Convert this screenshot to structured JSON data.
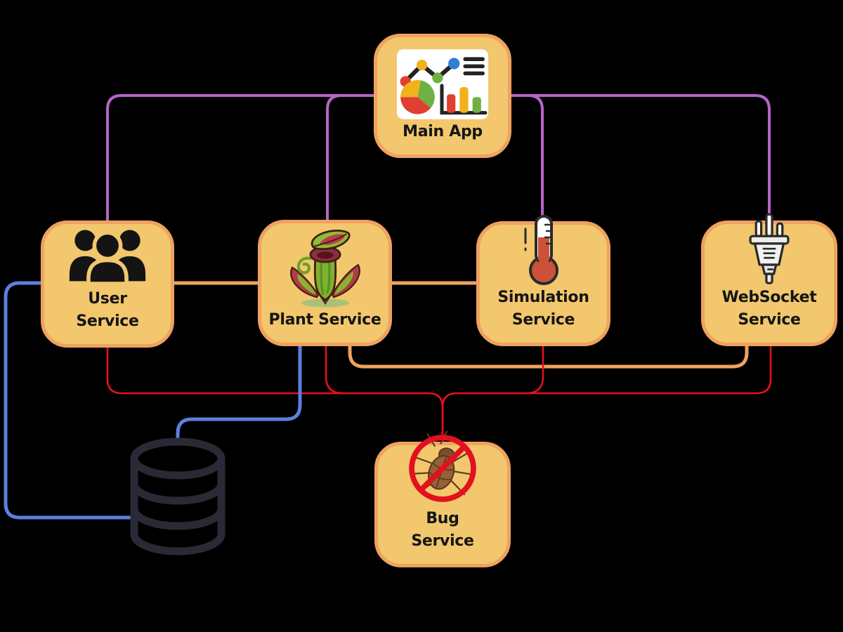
{
  "diagram": {
    "nodes": {
      "main_app": {
        "label": "Main App",
        "icon": "dashboard-chart-icon"
      },
      "user_service": {
        "line1": "User",
        "line2": "Service",
        "icon": "users-icon"
      },
      "plant_service": {
        "line1": "Plant Service",
        "line2": "",
        "icon": "pitcher-plant-icon"
      },
      "simulation_service": {
        "line1": "Simulation",
        "line2": "Service",
        "icon": "thermometer-icon"
      },
      "websocket_service": {
        "line1": "WebSocket",
        "line2": "Service",
        "icon": "power-plug-icon"
      },
      "bug_service": {
        "line1": "Bug",
        "line2": "Service",
        "icon": "no-bug-icon"
      },
      "database": {
        "icon": "database-icon"
      }
    },
    "edges": [
      {
        "from": "Main App",
        "to": "User Service",
        "color_key": "purple"
      },
      {
        "from": "Main App",
        "to": "Plant Service",
        "color_key": "purple"
      },
      {
        "from": "Main App",
        "to": "Simulation Service",
        "color_key": "purple"
      },
      {
        "from": "Main App",
        "to": "WebSocket Service",
        "color_key": "purple"
      },
      {
        "from": "User Service",
        "to": "Plant Service",
        "color_key": "orange"
      },
      {
        "from": "Plant Service",
        "to": "Simulation Service",
        "color_key": "orange"
      },
      {
        "from": "Plant Service",
        "to": "WebSocket Service",
        "color_key": "orange"
      },
      {
        "from": "User Service",
        "to": "Bug Service",
        "color_key": "red"
      },
      {
        "from": "Plant Service",
        "to": "Bug Service",
        "color_key": "red"
      },
      {
        "from": "Simulation Service",
        "to": "Bug Service",
        "color_key": "red"
      },
      {
        "from": "WebSocket Service",
        "to": "Bug Service",
        "color_key": "red"
      },
      {
        "from": "User Service",
        "to": "Database",
        "color_key": "blue"
      },
      {
        "from": "Plant Service",
        "to": "Database",
        "color_key": "blue"
      }
    ],
    "colors": {
      "purple": "#b665c6",
      "orange": "#efa25f",
      "red": "#e8101e",
      "blue": "#5d80de",
      "box_fill": "#f2c76d",
      "box_border": "#efa25f",
      "text": "#151515",
      "database_stroke": "#2a2a36",
      "background": "#000000"
    }
  }
}
